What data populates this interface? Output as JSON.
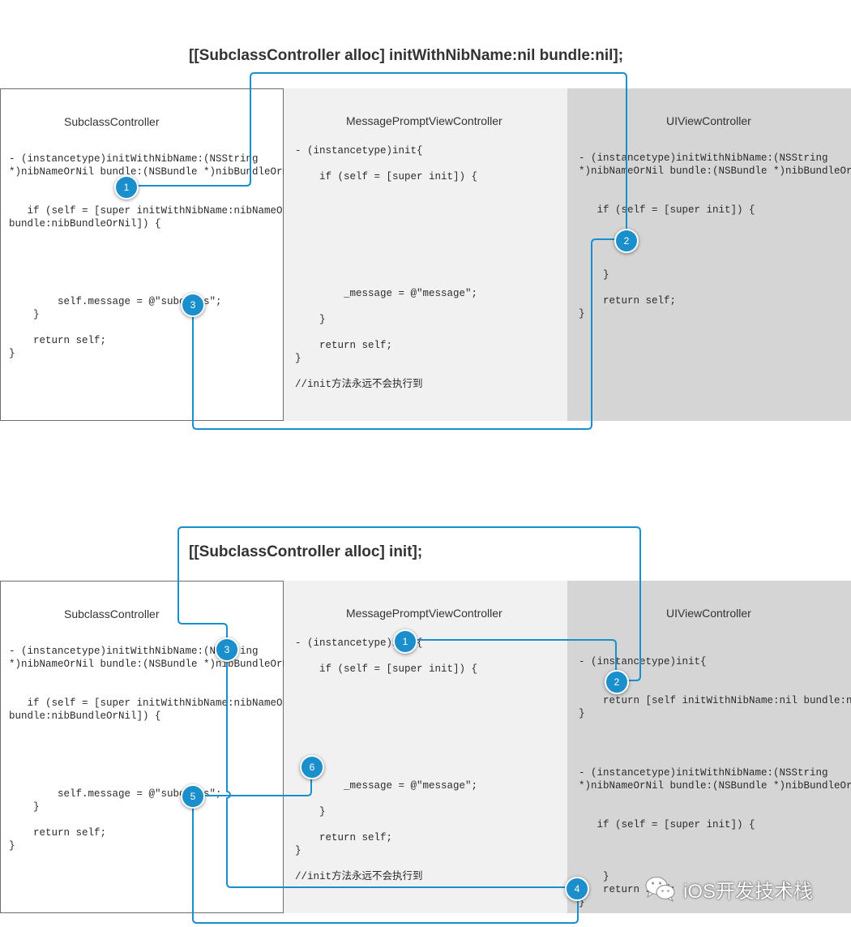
{
  "diagram1": {
    "title": "[[SubclassController alloc] initWithNibName:nil bundle:nil];",
    "panels": {
      "subclass": {
        "title": "SubclassController",
        "code": "- (instancetype)initWithNibName:(NSString\n*)nibNameOrNil bundle:(NSBundle *)nibBundleOrNil{\n\n\n   if (self = [super initWithNibName:nibNameOrNil\nbundle:nibBundleOrNil]) {\n\n\n\n\n\n        self.message = @\"subclass\";\n    }\n\n    return self;\n}"
      },
      "message": {
        "title": "MessagePromptViewController",
        "code": "- (instancetype)init{\n\n    if (self = [super init]) {\n\n\n\n\n\n\n\n\n        _message = @\"message\";\n\n    }\n\n    return self;\n}\n\n//init方法永远不会执行到"
      },
      "uiview": {
        "title": "UIViewController",
        "code": "- (instancetype)initWithNibName:(NSString\n*)nibNameOrNil bundle:(NSBundle *)nibBundleOrNil{\n\n\n   if (self = [super init]) {\n\n\n\n\n    }\n\n    return self;\n}"
      }
    },
    "badges": [
      "1",
      "2",
      "3"
    ]
  },
  "diagram2": {
    "title": "[[SubclassController alloc] init];",
    "panels": {
      "subclass": {
        "title": "SubclassController",
        "code": "- (instancetype)initWithNibName:(NSString\n*)nibNameOrNil bundle:(NSBundle *)nibBundleOrNil{\n\n\n   if (self = [super initWithNibName:nibNameOrNil\nbundle:nibBundleOrNil]) {\n\n\n\n\n\n        self.message = @\"subclass\";\n    }\n\n    return self;\n}"
      },
      "message": {
        "title": "MessagePromptViewController",
        "code": "- (instancetype)init{\n\n    if (self = [super init]) {\n\n\n\n\n\n\n\n\n        _message = @\"message\";\n\n    }\n\n    return self;\n}\n\n//init方法永远不会执行到"
      },
      "uiview": {
        "title": "UIViewController",
        "code_top": "- (instancetype)init{\n\n\n    return [self initWithNibName:nil bundle:nil];\n}",
        "code_bottom": "- (instancetype)initWithNibName:(NSString\n*)nibNameOrNil bundle:(NSBundle *)nibBundleOrNil{\n\n\n   if (self = [super init]) {\n\n\n\n    }\n    return self;\n}"
      }
    },
    "badges": [
      "1",
      "2",
      "3",
      "4",
      "5",
      "6"
    ]
  },
  "watermark": {
    "text": "iOS开发技术栈",
    "icon": "wechat-icon"
  },
  "colors": {
    "connector": "#1a8fcc",
    "badge": "#1a8fcc",
    "panel_light": "#f1f1f1",
    "panel_dark": "#d5d5d5"
  }
}
